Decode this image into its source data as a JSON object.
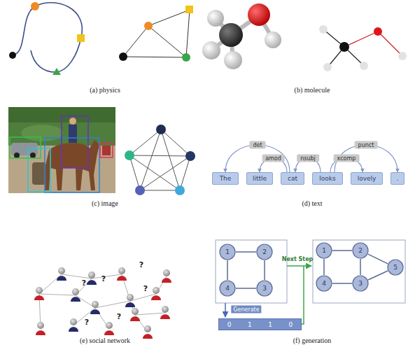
{
  "diagram": {
    "nodes": [
      {
        "text": [
          "The"
        ]
      },
      {
        "text": [
          "little"
        ]
      },
      {
        "text": [
          "cat"
        ]
      },
      {
        "text": [
          "looks"
        ]
      },
      {
        "text": [
          "lovely"
        ]
      },
      {
        "text": [
          "."
        ]
      },
      {
        "text": [
          "1"
        ]
      },
      {
        "text": [
          "2"
        ]
      },
      {
        "text": [
          "4"
        ]
      },
      {
        "text": [
          "3"
        ]
      },
      {
        "text": [
          "0",
          "1",
          "1",
          "0"
        ]
      },
      {
        "text": [
          "1"
        ]
      },
      {
        "text": [
          "2"
        ]
      },
      {
        "text": [
          "4"
        ]
      },
      {
        "text": [
          "3"
        ]
      },
      {
        "text": [
          "5"
        ]
      }
    ],
    "edges": [
      {
        "from": 2,
        "to": 0,
        "arrow": "to",
        "label": "det"
      },
      {
        "from": 2,
        "to": 1,
        "arrow": "to",
        "label": "amod"
      },
      {
        "from": 3,
        "to": 2,
        "arrow": "to",
        "label": "nsubj"
      },
      {
        "from": 3,
        "to": 4,
        "arrow": "to",
        "label": "xcomp"
      },
      {
        "from": 3,
        "to": 5,
        "arrow": "to",
        "label": "punct"
      },
      {
        "from": 6,
        "to": 7,
        "arrow": "none"
      },
      {
        "from": 7,
        "to": 9,
        "arrow": "none"
      },
      {
        "from": 9,
        "to": 8,
        "arrow": "none"
      },
      {
        "from": 8,
        "to": 6,
        "arrow": "none"
      },
      {
        "from": 11,
        "to": 12,
        "arrow": "none"
      },
      {
        "from": 12,
        "to": 14,
        "arrow": "none"
      },
      {
        "from": 14,
        "to": 13,
        "arrow": "none"
      },
      {
        "from": 13,
        "to": 11,
        "arrow": "none"
      },
      {
        "from": 12,
        "to": 15,
        "arrow": "none"
      },
      {
        "from": 14,
        "to": 15,
        "arrow": "none"
      }
    ],
    "labels": [
      "(a) physics",
      "(b) molecule",
      "(c) image",
      "(d) text",
      "(e) social network",
      "(f) generation",
      "?",
      "?",
      "?",
      "?",
      "?",
      "?",
      "Generate",
      "Next Step"
    ]
  }
}
